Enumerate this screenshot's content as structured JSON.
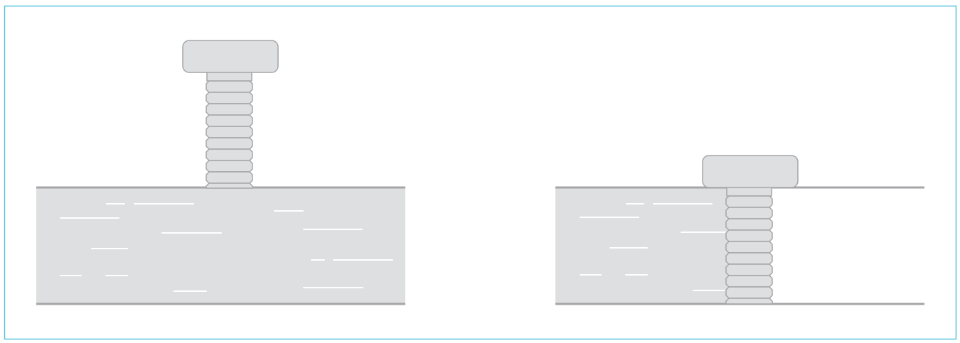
{
  "diagram": {
    "panels": [
      {
        "id": "left",
        "screw": "screw-above-block",
        "block": "block-full"
      },
      {
        "id": "right",
        "screw": "screw-through-block",
        "block": "block-partial"
      }
    ],
    "colors": {
      "frame": "#5cc3dc",
      "fill": "#dedfe0",
      "stroke": "#a6a6a8",
      "surface_line": "#a6a6a8",
      "grain": "#ffffff",
      "background": "#ffffff"
    },
    "icons": [
      "screw-icon",
      "wood-block-icon"
    ]
  }
}
